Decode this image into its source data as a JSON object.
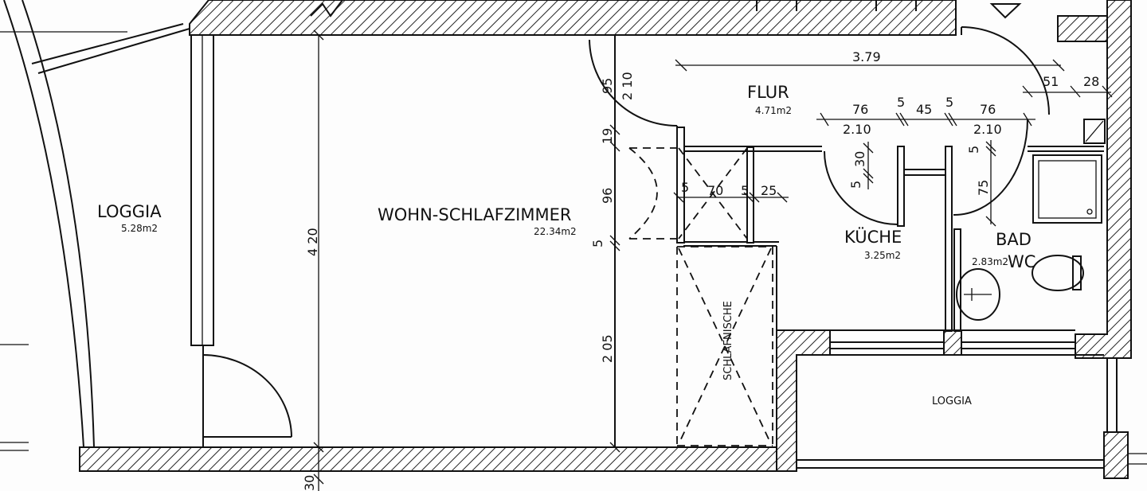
{
  "rooms": {
    "loggia_left": {
      "name": "LOGGIA",
      "area": "5.28m2"
    },
    "wohn": {
      "name": "WOHN-SCHLAFZIMMER",
      "area": "22.34m2"
    },
    "flur": {
      "name": "FLUR",
      "area": "4.71m2"
    },
    "kueche": {
      "name": "KÜCHE",
      "area": "3.25m2"
    },
    "bad": {
      "name": "BAD",
      "area": "2.83m2",
      "wc": "WC"
    },
    "schlafnische": {
      "name": "SCHLAFNISCHE"
    },
    "loggia_right": {
      "name": "LOGGIA"
    }
  },
  "dimensions": {
    "d_379": "3.79",
    "d_51": "51",
    "d_28": "28",
    "d_76a": "76",
    "d_5a": "5",
    "d_45": "45",
    "d_5b": "5",
    "d_76b": "76",
    "d_210a": "2.10",
    "d_210b": "2.10",
    "d_95": "95",
    "d_210v": "2 10",
    "d_19": "19",
    "d_96": "96",
    "d_5c": "5",
    "d_205": "2 05",
    "d_420": "4 20",
    "d_30a": "30",
    "d_5d": "5",
    "d_5e": "5",
    "d_70": "70",
    "d_5f": "5",
    "d_25": "25",
    "d_5g": "5",
    "d_75": "75",
    "d_30b": "30"
  }
}
